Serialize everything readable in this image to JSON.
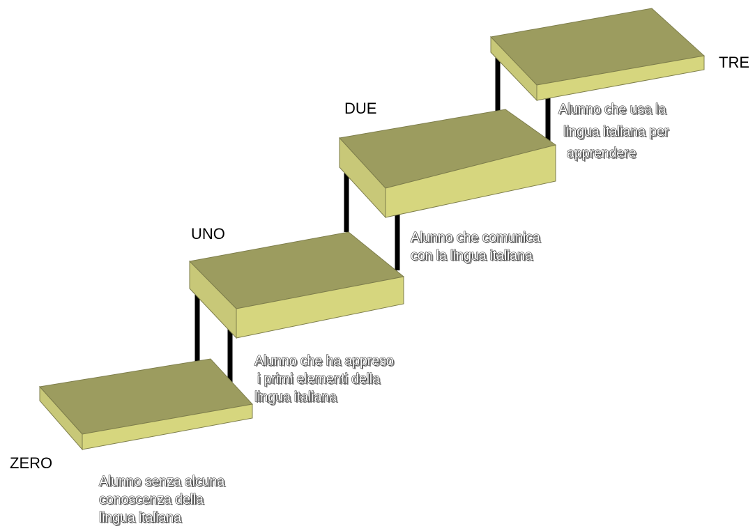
{
  "colors": {
    "top": "#9C9C5F",
    "front": "#D6D67E",
    "side": "#C8C878",
    "edge": "#7E7E4C",
    "post": "#000000"
  },
  "levels": [
    {
      "id": "zero",
      "label": "ZERO",
      "description": [
        "Alunno senza alcuna",
        "conoscenza della",
        "lingua italiana"
      ]
    },
    {
      "id": "uno",
      "label": "UNO",
      "description": [
        "Alunno che ha appreso",
        "i primi elementi della",
        "lingua italiana"
      ]
    },
    {
      "id": "due",
      "label": "DUE",
      "description": [
        "Alunno che comunica",
        "con la lingua italiana"
      ]
    },
    {
      "id": "tre",
      "label": "TRE",
      "description": [
        "Alunno che usa la",
        "lingua italiana per",
        "apprendere"
      ]
    }
  ]
}
